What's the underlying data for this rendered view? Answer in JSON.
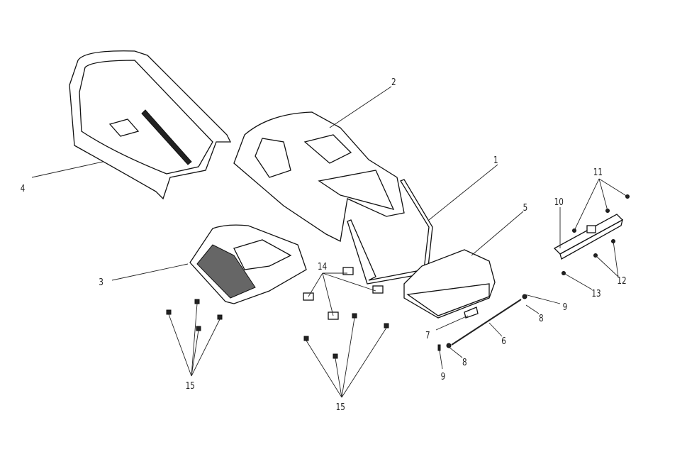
{
  "diagram": {
    "type": "exploded-parts-diagram",
    "callouts": [
      "1",
      "2",
      "3",
      "4",
      "5",
      "6",
      "7",
      "8",
      "8",
      "9",
      "9",
      "10",
      "11",
      "12",
      "13",
      "14",
      "15",
      "15"
    ]
  }
}
